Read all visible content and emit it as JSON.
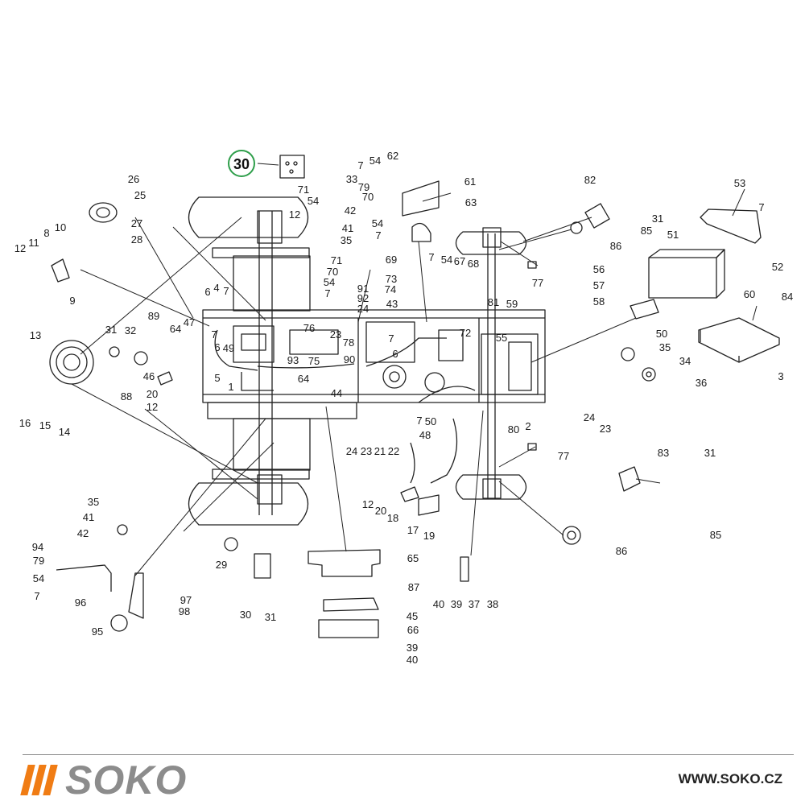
{
  "brand": {
    "name": "SOKO",
    "accent_color": "#f07c14",
    "name_color": "#8c8c8c"
  },
  "website": "WWW.SOKO.CZ",
  "highlight": {
    "label": "30",
    "ring_color": "#2e9e4a"
  },
  "callouts": [
    {
      "id": "c26",
      "label": "26"
    },
    {
      "id": "c25",
      "label": "25"
    },
    {
      "id": "c27",
      "label": "27"
    },
    {
      "id": "c28",
      "label": "28"
    },
    {
      "id": "c10",
      "label": "10"
    },
    {
      "id": "c12a",
      "label": "12"
    },
    {
      "id": "c11",
      "label": "11"
    },
    {
      "id": "c8",
      "label": "8"
    },
    {
      "id": "c9",
      "label": "9"
    },
    {
      "id": "c13",
      "label": "13"
    },
    {
      "id": "c16",
      "label": "16"
    },
    {
      "id": "c15",
      "label": "15"
    },
    {
      "id": "c14",
      "label": "14"
    },
    {
      "id": "c31a",
      "label": "31"
    },
    {
      "id": "c32",
      "label": "32"
    },
    {
      "id": "c89",
      "label": "89"
    },
    {
      "id": "c64",
      "label": "64"
    },
    {
      "id": "c47",
      "label": "47"
    },
    {
      "id": "c46",
      "label": "46"
    },
    {
      "id": "c88",
      "label": "88"
    },
    {
      "id": "c20a",
      "label": "20"
    },
    {
      "id": "c12b",
      "label": "12"
    },
    {
      "id": "c6a",
      "label": "6"
    },
    {
      "id": "c4",
      "label": "4"
    },
    {
      "id": "c7a",
      "label": "7"
    },
    {
      "id": "c7b",
      "label": "7"
    },
    {
      "id": "c6b",
      "label": "6"
    },
    {
      "id": "c49",
      "label": "49"
    },
    {
      "id": "c5",
      "label": "5"
    },
    {
      "id": "c1",
      "label": "1"
    },
    {
      "id": "c33",
      "label": "33"
    },
    {
      "id": "c71a",
      "label": "71"
    },
    {
      "id": "c54a",
      "label": "54"
    },
    {
      "id": "c79",
      "label": "79"
    },
    {
      "id": "c70a",
      "label": "70"
    },
    {
      "id": "c42a",
      "label": "42"
    },
    {
      "id": "c41a",
      "label": "41"
    },
    {
      "id": "c35a",
      "label": "35"
    },
    {
      "id": "c12c",
      "label": "12"
    },
    {
      "id": "c7c",
      "label": "7"
    },
    {
      "id": "c54b",
      "label": "54"
    },
    {
      "id": "c62",
      "label": "62"
    },
    {
      "id": "c61",
      "label": "61"
    },
    {
      "id": "c63",
      "label": "63"
    },
    {
      "id": "c54c",
      "label": "54"
    },
    {
      "id": "c7d",
      "label": "7"
    },
    {
      "id": "c71b",
      "label": "71"
    },
    {
      "id": "c69",
      "label": "69"
    },
    {
      "id": "c70b",
      "label": "70"
    },
    {
      "id": "c54d",
      "label": "54"
    },
    {
      "id": "c7e",
      "label": "7"
    },
    {
      "id": "c91",
      "label": "91"
    },
    {
      "id": "c92",
      "label": "92"
    },
    {
      "id": "c24a",
      "label": "24"
    },
    {
      "id": "c73",
      "label": "73"
    },
    {
      "id": "c74",
      "label": "74"
    },
    {
      "id": "c43",
      "label": "43"
    },
    {
      "id": "c76",
      "label": "76"
    },
    {
      "id": "c23a",
      "label": "23"
    },
    {
      "id": "c78",
      "label": "78"
    },
    {
      "id": "c7f",
      "label": "7"
    },
    {
      "id": "c90",
      "label": "90"
    },
    {
      "id": "c6c",
      "label": "6"
    },
    {
      "id": "c93",
      "label": "93"
    },
    {
      "id": "c75",
      "label": "75"
    },
    {
      "id": "c64b",
      "label": "64"
    },
    {
      "id": "c44",
      "label": "44"
    },
    {
      "id": "c72",
      "label": "72"
    },
    {
      "id": "c81",
      "label": "81"
    },
    {
      "id": "c59",
      "label": "59"
    },
    {
      "id": "c55",
      "label": "55"
    },
    {
      "id": "c2",
      "label": "2"
    },
    {
      "id": "c7g",
      "label": "7"
    },
    {
      "id": "c54e",
      "label": "54"
    },
    {
      "id": "c67",
      "label": "67"
    },
    {
      "id": "c68",
      "label": "68"
    },
    {
      "id": "c77a",
      "label": "77"
    },
    {
      "id": "c56",
      "label": "56"
    },
    {
      "id": "c57",
      "label": "57"
    },
    {
      "id": "c58",
      "label": "58"
    },
    {
      "id": "c82",
      "label": "82"
    },
    {
      "id": "c31b",
      "label": "31"
    },
    {
      "id": "c85a",
      "label": "85"
    },
    {
      "id": "c86a",
      "label": "86"
    },
    {
      "id": "c53",
      "label": "53"
    },
    {
      "id": "c7h",
      "label": "7"
    },
    {
      "id": "c51",
      "label": "51"
    },
    {
      "id": "c52",
      "label": "52"
    },
    {
      "id": "c50",
      "label": "50"
    },
    {
      "id": "c60",
      "label": "60"
    },
    {
      "id": "c84",
      "label": "84"
    },
    {
      "id": "c3",
      "label": "3"
    },
    {
      "id": "c35b",
      "label": "35"
    },
    {
      "id": "c34",
      "label": "34"
    },
    {
      "id": "c36",
      "label": "36"
    },
    {
      "id": "c24b",
      "label": "24"
    },
    {
      "id": "c23b",
      "label": "23"
    },
    {
      "id": "c24c",
      "label": "24"
    },
    {
      "id": "c23c",
      "label": "23"
    },
    {
      "id": "c21",
      "label": "21"
    },
    {
      "id": "c22",
      "label": "22"
    },
    {
      "id": "c7i",
      "label": "7"
    },
    {
      "id": "c50b",
      "label": "50"
    },
    {
      "id": "c48",
      "label": "48"
    },
    {
      "id": "c80",
      "label": "80"
    },
    {
      "id": "c77b",
      "label": "77"
    },
    {
      "id": "c83",
      "label": "83"
    },
    {
      "id": "c31c",
      "label": "31"
    },
    {
      "id": "c85b",
      "label": "85"
    },
    {
      "id": "c86b",
      "label": "86"
    },
    {
      "id": "c12d",
      "label": "12"
    },
    {
      "id": "c20b",
      "label": "20"
    },
    {
      "id": "c18",
      "label": "18"
    },
    {
      "id": "c17",
      "label": "17"
    },
    {
      "id": "c19",
      "label": "19"
    },
    {
      "id": "c35c",
      "label": "35"
    },
    {
      "id": "c41b",
      "label": "41"
    },
    {
      "id": "c42b",
      "label": "42"
    },
    {
      "id": "c94",
      "label": "94"
    },
    {
      "id": "c79b",
      "label": "79"
    },
    {
      "id": "c54f",
      "label": "54"
    },
    {
      "id": "c7j",
      "label": "7"
    },
    {
      "id": "c96",
      "label": "96"
    },
    {
      "id": "c97",
      "label": "97"
    },
    {
      "id": "c98",
      "label": "98"
    },
    {
      "id": "c95",
      "label": "95"
    },
    {
      "id": "c29",
      "label": "29"
    },
    {
      "id": "c30b",
      "label": "30"
    },
    {
      "id": "c31d",
      "label": "31"
    },
    {
      "id": "c65",
      "label": "65"
    },
    {
      "id": "c87",
      "label": "87"
    },
    {
      "id": "c45",
      "label": "45"
    },
    {
      "id": "c66",
      "label": "66"
    },
    {
      "id": "c39a",
      "label": "39"
    },
    {
      "id": "c40a",
      "label": "40"
    },
    {
      "id": "c40b",
      "label": "40"
    },
    {
      "id": "c39b",
      "label": "39"
    },
    {
      "id": "c37",
      "label": "37"
    },
    {
      "id": "c38",
      "label": "38"
    }
  ]
}
